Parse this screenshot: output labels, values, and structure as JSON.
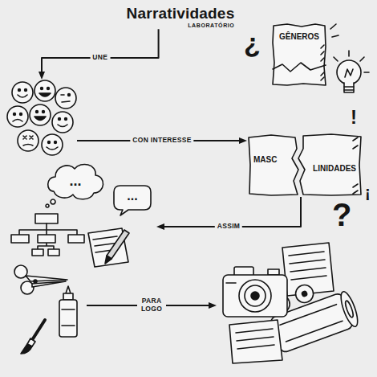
{
  "diagram": {
    "nodes": [
      {
        "text": [
          "Narratividades",
          "LABORATÓRIO"
        ]
      },
      {
        "text": []
      },
      {
        "text": [
          "GÊNEROS"
        ]
      },
      {
        "text": [
          "MASC",
          "LINIDADES"
        ]
      },
      {
        "text": []
      },
      {
        "text": [
          "..."
        ],
        "in": 4
      },
      {
        "text": [
          "..."
        ],
        "in": 4
      },
      {
        "text": []
      },
      {
        "text": []
      }
    ],
    "edges": [
      {
        "from": 0,
        "to": 1,
        "arrow": "to",
        "label": "UNE"
      },
      {
        "from": 1,
        "to": 3,
        "arrow": "to",
        "label": "CON INTERESSE"
      },
      {
        "from": 3,
        "to": 4,
        "arrow": "to",
        "label": "ASSIM"
      },
      {
        "from": 7,
        "to": 8,
        "arrow": "to",
        "label": "PARA LOGO"
      }
    ],
    "labels": [
      "¿",
      "!",
      "¡",
      "?"
    ]
  }
}
